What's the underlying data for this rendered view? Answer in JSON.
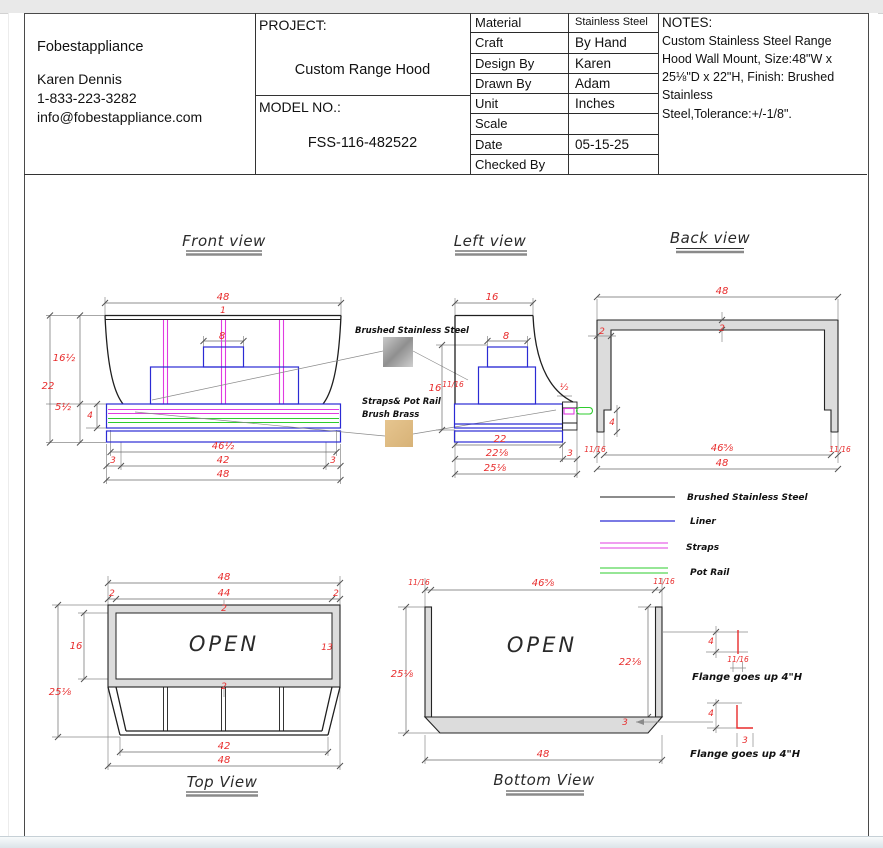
{
  "title_block": {
    "company": "Fobestappliance",
    "contact_name": "Karen Dennis",
    "contact_phone": "1-833-223-3282",
    "contact_email": "info@fobestappliance.com",
    "project_label": "PROJECT:",
    "project_name": "Custom Range Hood",
    "model_label": "MODEL NO.:",
    "model_number": "FSS-116-482522",
    "specs": [
      {
        "label": "Material",
        "value": "Stainless Steel"
      },
      {
        "label": "Craft",
        "value": "By Hand"
      },
      {
        "label": "Design By",
        "value": "Karen"
      },
      {
        "label": "Drawn By",
        "value": "Adam"
      },
      {
        "label": "Unit",
        "value": "Inches"
      },
      {
        "label": "Scale",
        "value": ""
      },
      {
        "label": "Date",
        "value": "05-15-25"
      },
      {
        "label": "Checked By",
        "value": ""
      }
    ],
    "notes_label": "NOTES:",
    "notes_text": "Custom Stainless Steel Range Hood Wall Mount, Size:48\"W x 25⅛\"D x 22\"H, Finish: Brushed Stainless Steel,Tolerance:+/-1/8\"."
  },
  "callouts": {
    "steel": "Brushed Stainless Steel",
    "brass_line1": "Straps& Pot Rail",
    "brass_line2": "Brush Brass"
  },
  "legend": [
    {
      "label": "Brushed Stainless Steel",
      "color": "#1a1a1a"
    },
    {
      "label": "Liner",
      "color": "#2b2bd4"
    },
    {
      "label": "Straps",
      "color": "#e03ce0"
    },
    {
      "label": "Pot Rail",
      "color": "#2ecc2e"
    }
  ],
  "views": {
    "front": {
      "title": "Front view",
      "dims": {
        "w48_top": "48",
        "trim": "1",
        "w8": "8",
        "h22": "22",
        "h16h": "16½",
        "h5h": "5½",
        "h4": "4",
        "w46h": "46½",
        "m3l": "3",
        "w42": "42",
        "m3r": "3",
        "w48_bot": "48"
      }
    },
    "left": {
      "title": "Left view",
      "dims": {
        "w16": "16",
        "w8": "8",
        "h16": "16",
        "h16f": "11/16",
        "half": "½",
        "w22": "22",
        "w22e": "22⅛",
        "m3": "3",
        "w25e": "25⅛"
      }
    },
    "back": {
      "title": "Back view",
      "dims": {
        "w48_top": "48",
        "t2_left": "2",
        "t2_center": "2",
        "h4": "4",
        "f11_left": "11/16",
        "w46e": "46⅝",
        "f11_right": "11/16",
        "w48_bot": "48"
      }
    },
    "top": {
      "title": "Top View",
      "open_label": "OPEN",
      "dims": {
        "w48_top": "48",
        "t2l": "2",
        "w44": "44",
        "t2r": "2",
        "t2c": "2",
        "d16": "16",
        "d25e": "25⅛",
        "d13": "13",
        "t2b": "2",
        "w42": "42",
        "w48_bot": "48"
      }
    },
    "bottom": {
      "title": "Bottom View",
      "open_label": "OPEN",
      "dims": {
        "f11l": "11/16",
        "w46e": "46⅝",
        "f11r": "11/16",
        "d25e": "25⅛",
        "d22e": "22⅛",
        "t3": "3",
        "w48": "48"
      }
    }
  },
  "flange": {
    "detail1": {
      "h": "4",
      "w": "11/16",
      "label": "Flange goes up 4\"H"
    },
    "detail2": {
      "h": "4",
      "w": "3",
      "label": "Flange goes up 4\"H"
    }
  }
}
